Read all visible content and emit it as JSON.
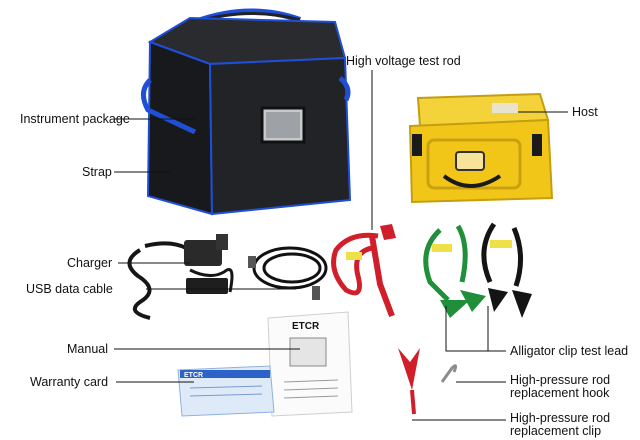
{
  "labels": {
    "instrument_package": "Instrument package",
    "strap": "Strap",
    "high_voltage_test_rod": "High voltage test rod",
    "host": "Host",
    "charger": "Charger",
    "usb_data_cable": "USB data cable",
    "manual": "Manual",
    "warranty_card": "Warranty card",
    "alligator_clip_test_lead": "Alligator clip test lead",
    "hp_rod_hook_line1": "High-pressure rod",
    "hp_rod_hook_line2": "replacement hook",
    "hp_rod_clip_line1": "High-pressure rod",
    "hp_rod_clip_line2": "replacement clip"
  },
  "manual_brand": "ETCR",
  "warranty_brand": "ETCR",
  "colors": {
    "bag": "#1e1f22",
    "bag_trim": "#1f4fd6",
    "case": "#f2c619",
    "lead_red": "#d01f2a",
    "lead_green": "#1f8f3a",
    "lead_black": "#141414",
    "tie_yellow": "#efe04a"
  }
}
